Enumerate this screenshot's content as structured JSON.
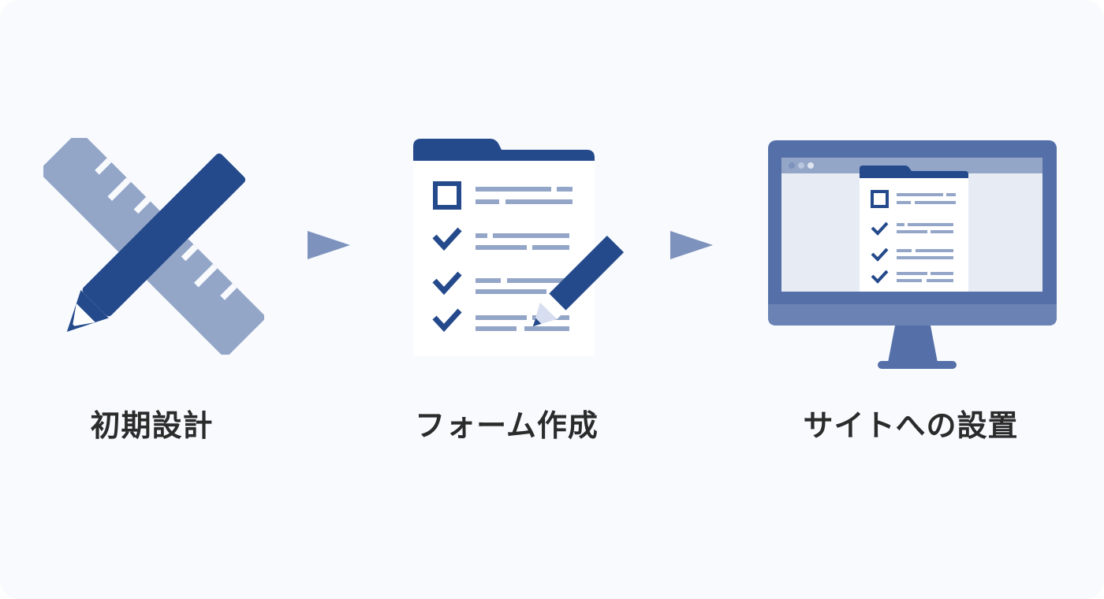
{
  "colors": {
    "background": "#f8fafe",
    "primary": "#244a8c",
    "light": "#94a6c8",
    "monitor": "#5570a8",
    "arrow": "#7d92bd"
  },
  "steps": [
    {
      "label": "初期設計",
      "icon": "pencil-ruler-icon"
    },
    {
      "label": "フォーム作成",
      "icon": "form-with-pencil-icon"
    },
    {
      "label": "サイトへの設置",
      "icon": "monitor-with-form-icon"
    }
  ],
  "arrows": [
    {
      "icon": "arrow-right-icon"
    },
    {
      "icon": "arrow-right-icon"
    }
  ]
}
